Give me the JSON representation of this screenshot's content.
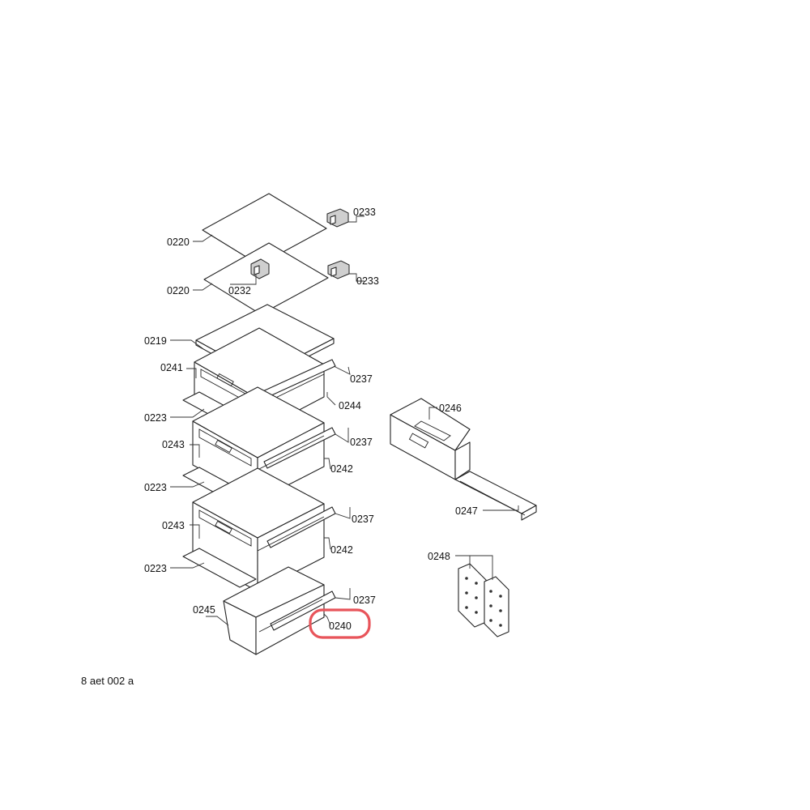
{
  "labels": {
    "l0220a": "0220",
    "l0220b": "0220",
    "l0232": "0232",
    "l0233a": "0233",
    "l0233b": "0233",
    "l0219": "0219",
    "l0241": "0241",
    "l0237a": "0237",
    "l0244": "0244",
    "l0223a": "0223",
    "l0243a": "0243",
    "l0237b": "0237",
    "l0242a": "0242",
    "l0223b": "0223",
    "l0243b": "0243",
    "l0237c": "0237",
    "l0242b": "0242",
    "l0223c": "0223",
    "l0245": "0245",
    "l0237d": "0237",
    "l0240": "0240",
    "l0246": "0246",
    "l0247": "0247",
    "l0248": "0248"
  },
  "caption": "8 aet 002 a",
  "highlighted_part": "0240",
  "highlight_color": "#e8545a"
}
